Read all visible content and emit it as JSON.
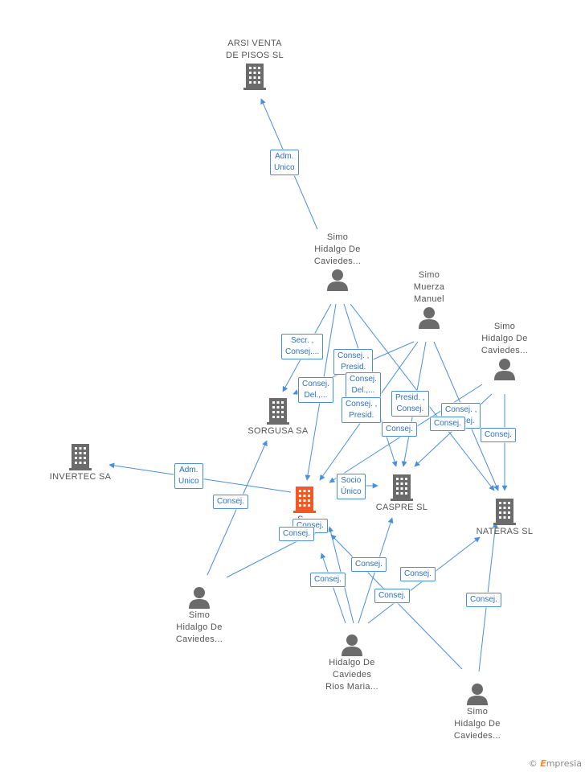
{
  "colors": {
    "edge": "#4a8fdc",
    "icon": "#6b6b6b",
    "focus": "#f05a28"
  },
  "companies": {
    "arsi": "ARSI VENTA\nDE PISOS  SL",
    "sorgusa": "SORGUSA SA",
    "invertec": "INVERTEC SA",
    "caspre": "CASPRE SL",
    "nateras": "NATERAS SL",
    "center": "S..."
  },
  "people": {
    "p1": "Simo\nHidalgo De\nCaviedes...",
    "p2": "Simo\nMuerza\nManuel",
    "p3": "Simo\nHidalgo De\nCaviedes...",
    "p4": "Simo\nHidalgo De\nCaviedes...",
    "p5": "Hidalgo De\nCaviedes\nRios Maria...",
    "p6": "Simo\nHidalgo De\nCaviedes..."
  },
  "roles": {
    "r1": "Adm.\nUnico",
    "r2": "Secr. ,\nConsej....",
    "r3": "Consej. ,\nPresid.",
    "r4": "Consej.\nDel.,...",
    "r5": "Consej.\nDel.,...",
    "r6": "Consej. ,\nPresid.",
    "r7": "Presid. ,\nConsej.",
    "r8": "Consej.",
    "r9": "Consej. ,\nConsej.",
    "r10": "Consej.",
    "r11": "Consej.",
    "r12": "Adm.\nUnico",
    "r13": "Consej.",
    "r14": "Socio\nÚnico",
    "r15": "Consej.",
    "r16": "Consej.",
    "r17": "Consej.",
    "r18": "Consej.",
    "r19": "Consej.",
    "r20": "Consej.",
    "r21": "Consej."
  },
  "brand": {
    "copyright": "©",
    "name_first": "E",
    "name_rest": "mpresia"
  }
}
